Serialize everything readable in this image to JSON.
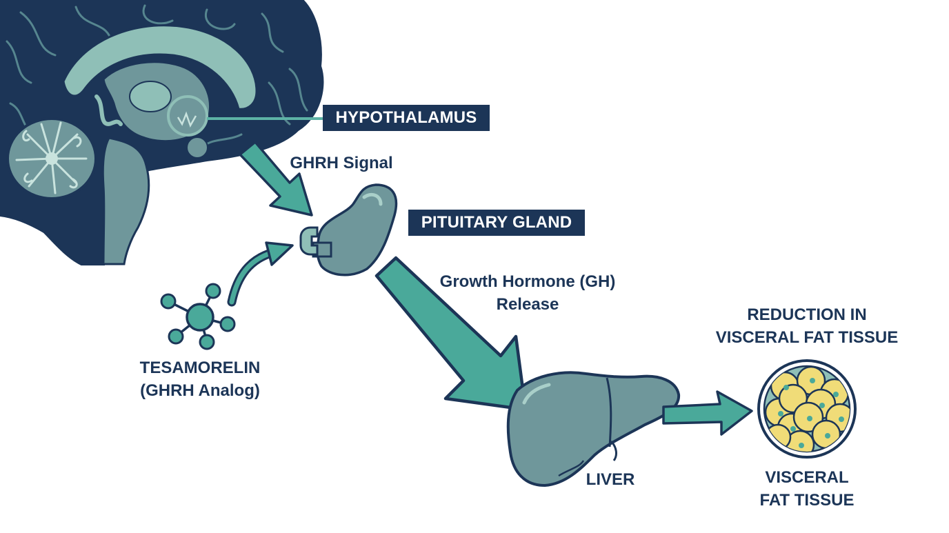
{
  "labels": {
    "hypothalamus": "HYPOTHALAMUS",
    "ghrh_signal": "GHRH Signal",
    "pituitary_gland": "PITUITARY GLAND",
    "gh_release": [
      "Growth Hormone (GH)",
      "Release"
    ],
    "tesamorelin": [
      "TESAMORELIN",
      "(GHRH Analog)"
    ],
    "reduction": [
      "REDUCTION IN",
      "VISCERAL FAT TISSUE"
    ],
    "liver": "LIVER",
    "visceral_fat": [
      "VISCERAL",
      "FAT TISSUE"
    ]
  },
  "colors": {
    "navy": "#1c3557",
    "slate": "#6f979b",
    "teal_arrow": "#4aa99a",
    "light_teal": "#8fbfb7",
    "fat_yellow": "#f0dc78"
  },
  "icons": [
    "brain-icon",
    "molecule-icon",
    "pituitary-icon",
    "liver-icon",
    "fat-cells-icon"
  ]
}
